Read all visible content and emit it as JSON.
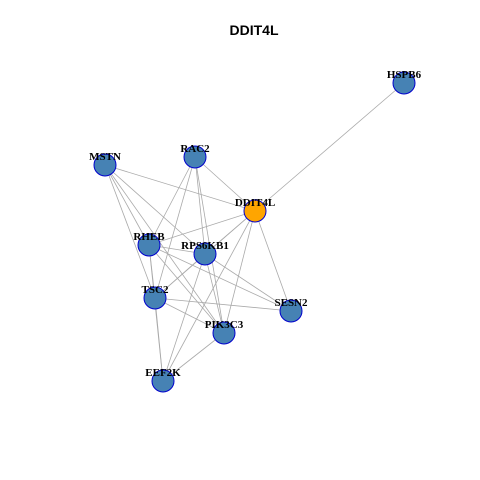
{
  "title": "DDIT4L",
  "colors": {
    "background": "#ffffff",
    "edge": "#aaaaaa",
    "node_fill": "#4682b4",
    "node_border": "#0000cd",
    "focus_fill": "#ffa500",
    "focus_border": "#0000cd",
    "label": "#000000"
  },
  "network": {
    "focus": "DDIT4L",
    "nodes": [
      {
        "id": "HSPB6",
        "label": "HSPB6"
      },
      {
        "id": "MSTN",
        "label": "MSTN"
      },
      {
        "id": "RAC2",
        "label": "RAC2"
      },
      {
        "id": "DDIT4L",
        "label": "DDIT4L"
      },
      {
        "id": "RHEB",
        "label": "RHEB"
      },
      {
        "id": "RPS6KB1",
        "label": "RPS6KB1"
      },
      {
        "id": "TSC2",
        "label": "TSC2"
      },
      {
        "id": "SESN2",
        "label": "SESN2"
      },
      {
        "id": "PIK3C3",
        "label": "PIK3C3"
      },
      {
        "id": "EEF2K",
        "label": "EEF2K"
      }
    ],
    "edges": [
      [
        "HSPB6",
        "DDIT4L"
      ],
      [
        "MSTN",
        "DDIT4L"
      ],
      [
        "MSTN",
        "RHEB"
      ],
      [
        "MSTN",
        "RPS6KB1"
      ],
      [
        "MSTN",
        "TSC2"
      ],
      [
        "MSTN",
        "PIK3C3"
      ],
      [
        "RAC2",
        "DDIT4L"
      ],
      [
        "RAC2",
        "RHEB"
      ],
      [
        "RAC2",
        "RPS6KB1"
      ],
      [
        "RAC2",
        "TSC2"
      ],
      [
        "RAC2",
        "PIK3C3"
      ],
      [
        "DDIT4L",
        "RHEB"
      ],
      [
        "DDIT4L",
        "RPS6KB1"
      ],
      [
        "DDIT4L",
        "TSC2"
      ],
      [
        "DDIT4L",
        "SESN2"
      ],
      [
        "DDIT4L",
        "PIK3C3"
      ],
      [
        "DDIT4L",
        "EEF2K"
      ],
      [
        "RHEB",
        "RPS6KB1"
      ],
      [
        "RHEB",
        "TSC2"
      ],
      [
        "RHEB",
        "SESN2"
      ],
      [
        "RHEB",
        "PIK3C3"
      ],
      [
        "RHEB",
        "EEF2K"
      ],
      [
        "RPS6KB1",
        "TSC2"
      ],
      [
        "RPS6KB1",
        "SESN2"
      ],
      [
        "RPS6KB1",
        "PIK3C3"
      ],
      [
        "RPS6KB1",
        "EEF2K"
      ],
      [
        "TSC2",
        "SESN2"
      ],
      [
        "TSC2",
        "PIK3C3"
      ],
      [
        "TSC2",
        "EEF2K"
      ],
      [
        "PIK3C3",
        "EEF2K"
      ]
    ]
  }
}
